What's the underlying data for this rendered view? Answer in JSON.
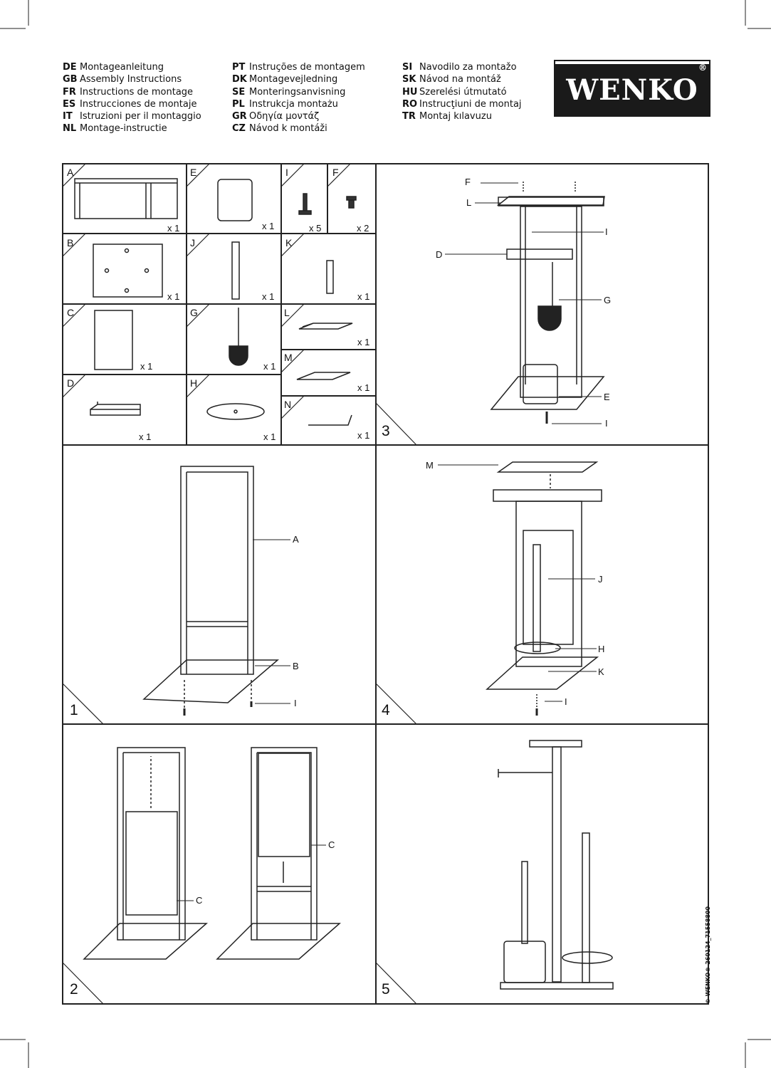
{
  "header": {
    "languages": [
      {
        "code": "DE",
        "text": "Montageanleitung"
      },
      {
        "code": "GB",
        "text": "Assembly Instructions"
      },
      {
        "code": "FR",
        "text": "Instructions de montage"
      },
      {
        "code": "ES",
        "text": "Instrucciones de montaje"
      },
      {
        "code": "IT",
        "text": "Istruzioni per il montaggio"
      },
      {
        "code": "NL",
        "text": "Montage-instructie"
      },
      {
        "code": "PT",
        "text": "Instruções de montagem"
      },
      {
        "code": "DK",
        "text": "Montagevejledning"
      },
      {
        "code": "SE",
        "text": "Monteringsanvisning"
      },
      {
        "code": "PL",
        "text": "Instrukcja montażu"
      },
      {
        "code": "GR",
        "text": "Οδηγία μοντάζ"
      },
      {
        "code": "CZ",
        "text": "Návod k montáži"
      },
      {
        "code": "SI",
        "text": "Navodilo za montažo"
      },
      {
        "code": "SK",
        "text": "Návod na montáž"
      },
      {
        "code": "HU",
        "text": "Szerelési útmutató"
      },
      {
        "code": "RO",
        "text": "Instrucţiuni de montaj"
      },
      {
        "code": "TR",
        "text": "Montaj kılavuzu"
      }
    ]
  },
  "logo": {
    "text": "WENKO",
    "reg": "®"
  },
  "parts": [
    {
      "letter": "A",
      "qty": "x 1"
    },
    {
      "letter": "E",
      "qty": "x 1"
    },
    {
      "letter": "I",
      "qty": "x 5"
    },
    {
      "letter": "F",
      "qty": "x 2"
    },
    {
      "letter": "B",
      "qty": "x 1"
    },
    {
      "letter": "J",
      "qty": "x 1"
    },
    {
      "letter": "K",
      "qty": "x 1"
    },
    {
      "letter": "C",
      "qty": "x 1"
    },
    {
      "letter": "G",
      "qty": "x 1"
    },
    {
      "letter": "L",
      "qty": "x 1"
    },
    {
      "letter": "M",
      "qty": "x 1"
    },
    {
      "letter": "D",
      "qty": "x 1"
    },
    {
      "letter": "H",
      "qty": "x 1"
    },
    {
      "letter": "N",
      "qty": "x 1"
    }
  ],
  "steps": [
    {
      "number": "1",
      "callouts": [
        "A",
        "B",
        "I"
      ]
    },
    {
      "number": "2",
      "callouts": [
        "C",
        "C"
      ]
    },
    {
      "number": "3",
      "callouts": [
        "F",
        "L",
        "I",
        "D",
        "G",
        "E",
        "I"
      ]
    },
    {
      "number": "4",
      "callouts": [
        "M",
        "J",
        "H",
        "K",
        "I"
      ]
    },
    {
      "number": "5",
      "callouts": []
    }
  ],
  "footer": {
    "copyright": "© WENKO® 260124_71558800"
  }
}
